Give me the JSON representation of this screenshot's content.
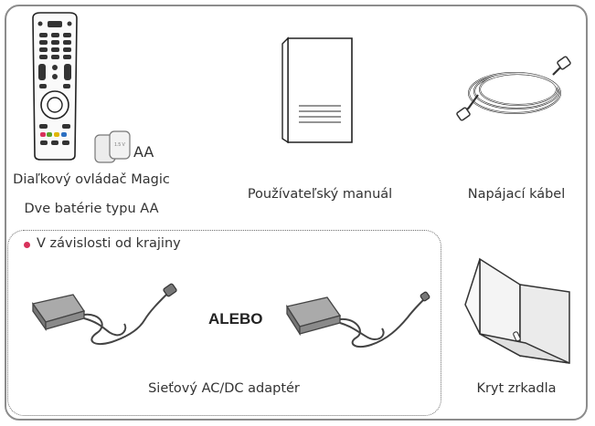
{
  "items": {
    "remote": {
      "line1": "Diaľkový ovládač Magic",
      "line2": "Dve batérie typu AA",
      "battery_tag": "AA",
      "battery_voltage": "1.5 V"
    },
    "manual": {
      "label": "Používateľský manuál"
    },
    "power_cable": {
      "label": "Napájací kábel"
    },
    "adapter": {
      "note": "V závislosti od krajiny",
      "or_text": "ALEBO",
      "label": "Sieťový AC/DC adaptér"
    },
    "mirror_cover": {
      "label": "Kryt zrkadla"
    }
  },
  "colors": {
    "bullet": "#d8315b",
    "border": "#8c8c8c"
  }
}
